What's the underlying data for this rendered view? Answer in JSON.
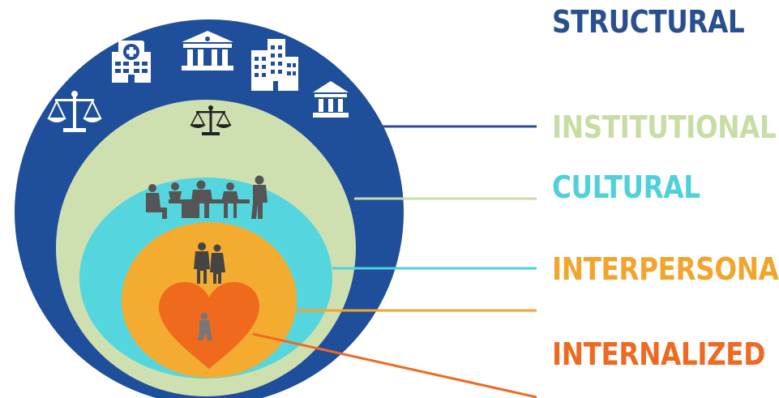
{
  "layers": [
    {
      "key": "structural",
      "label": "STRUCTURAL",
      "color": "#2A4F8E"
    },
    {
      "key": "institutional",
      "label": "INSTITUTIONAL",
      "color": "#C8DDA5"
    },
    {
      "key": "cultural",
      "label": "CULTURAL",
      "color": "#4FD1DC"
    },
    {
      "key": "interpersonal",
      "label": "INTERPERSONAL",
      "color": "#F2A52D"
    },
    {
      "key": "internalized",
      "label": "INTERNALIZED",
      "color": "#EE6A22"
    }
  ],
  "colors": {
    "structural_fill": "#1F4E9A",
    "institutional_fill": "#CFE0B0",
    "cultural_fill": "#55D6DE",
    "interpersonal_fill": "#F4AC30",
    "internalized_fill": "#F06A1E",
    "icon_white": "#FFFFFF",
    "icon_dark": "#222222",
    "icon_gray": "#555555"
  },
  "icons": [
    "scales-icon",
    "hospital-icon",
    "courthouse-icon",
    "office-building-icon",
    "bank-icon",
    "scales-icon",
    "meeting-people-icon",
    "couple-icon",
    "child-icon"
  ]
}
